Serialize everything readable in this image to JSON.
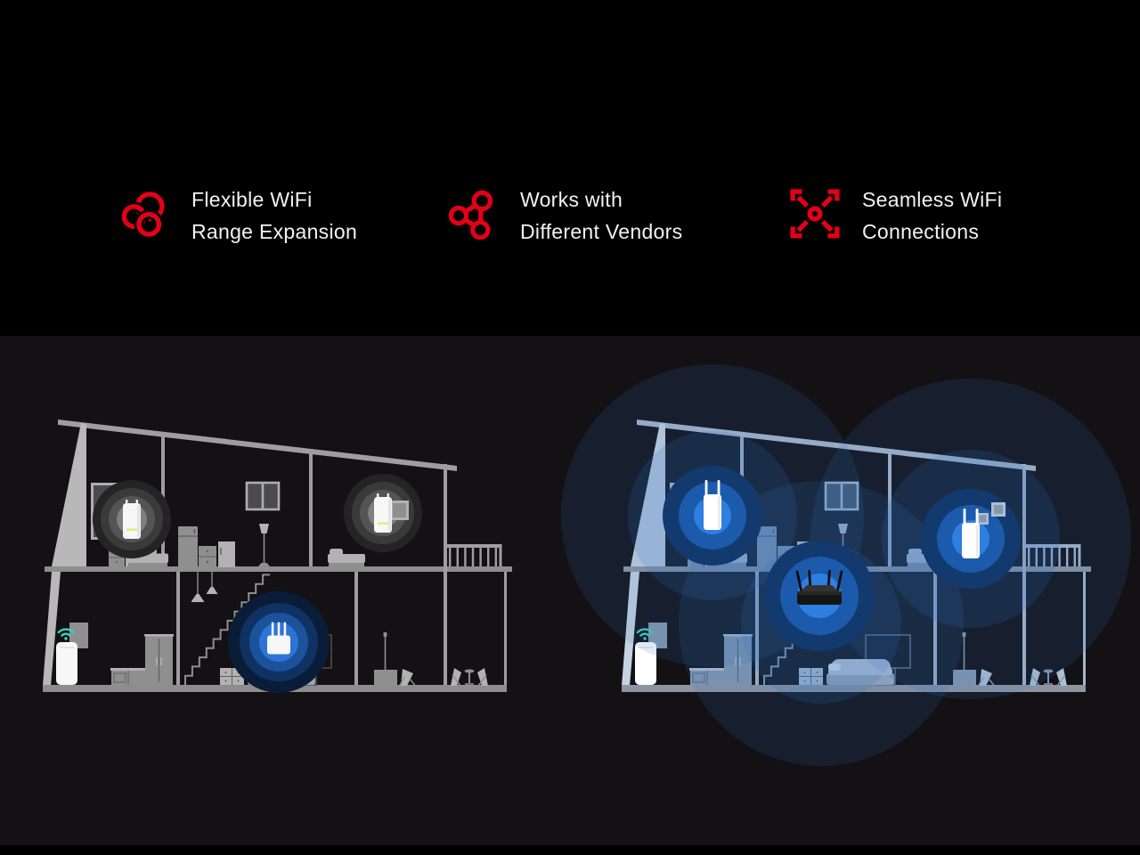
{
  "colors": {
    "accent_red": "#e40016",
    "accent_blue": "#2e7fe0",
    "teal": "#3ecfc0",
    "text": "#f2f2f2",
    "top_background": "#000000",
    "band_background": "#131114"
  },
  "features": [
    {
      "icon": "rings-icon",
      "lines": [
        "Flexible WiFi",
        "Range Expansion"
      ]
    },
    {
      "icon": "network-nodes-icon",
      "lines": [
        "Works with",
        "Different Vendors"
      ]
    },
    {
      "icon": "expand-arrows-icon",
      "lines": [
        "Seamless WiFi",
        "Connections"
      ]
    }
  ],
  "illustration": {
    "left_house": {
      "name": "house-limited-coverage",
      "theme": "gray",
      "devices": [
        "range-extender",
        "range-extender",
        "router",
        "smart-appliance"
      ]
    },
    "right_house": {
      "name": "house-extended-coverage",
      "theme": "blue",
      "devices": [
        "range-extender",
        "range-extender",
        "router",
        "smart-appliance"
      ]
    },
    "palettes": {
      "gray": {
        "wall": "#9e9e9e",
        "wall_light": "#b8b8b8",
        "slab": "#8d8d8d",
        "furniture": "#8f8f8f",
        "furniture_light": "#b2b2b2",
        "furniture_dark": "#5f5f5f",
        "outline": "#4f4f4f",
        "window_pane": "#909090",
        "window_frame": "#aeaeae",
        "device_body": "#f7f7f7",
        "extender_glow": [
          "#242424",
          "#3a3a3a",
          "#545454",
          "#7f7f7f"
        ],
        "router_glow": [
          "#0a1d38",
          "#0f3263",
          "#1a539b",
          "#2d74d6"
        ],
        "bed_duvet": "#a6bad2",
        "bed_base": "#97a5b5",
        "bed_pillow": "#cfdceb"
      },
      "blue": {
        "wall": "#a9b6c8",
        "wall_light": "#c6d2e0",
        "slab": "#8c95a2",
        "furniture": "#8498ae",
        "furniture_light": "#aebfd2",
        "furniture_dark": "#55687e",
        "outline": "#5d7089",
        "window_pane": "#8fa3ba",
        "window_frame": "#b6c4d4",
        "device_body": "#ffffff",
        "coverage": "#2f6fc4",
        "extender_glow": [
          "#133a6e",
          "#1c5aab",
          "#2e7fe0"
        ],
        "bed_duvet": "#bac6d5",
        "bed_base": "#9aa8bb",
        "bed_pillow": "#d8e2ee"
      }
    }
  }
}
